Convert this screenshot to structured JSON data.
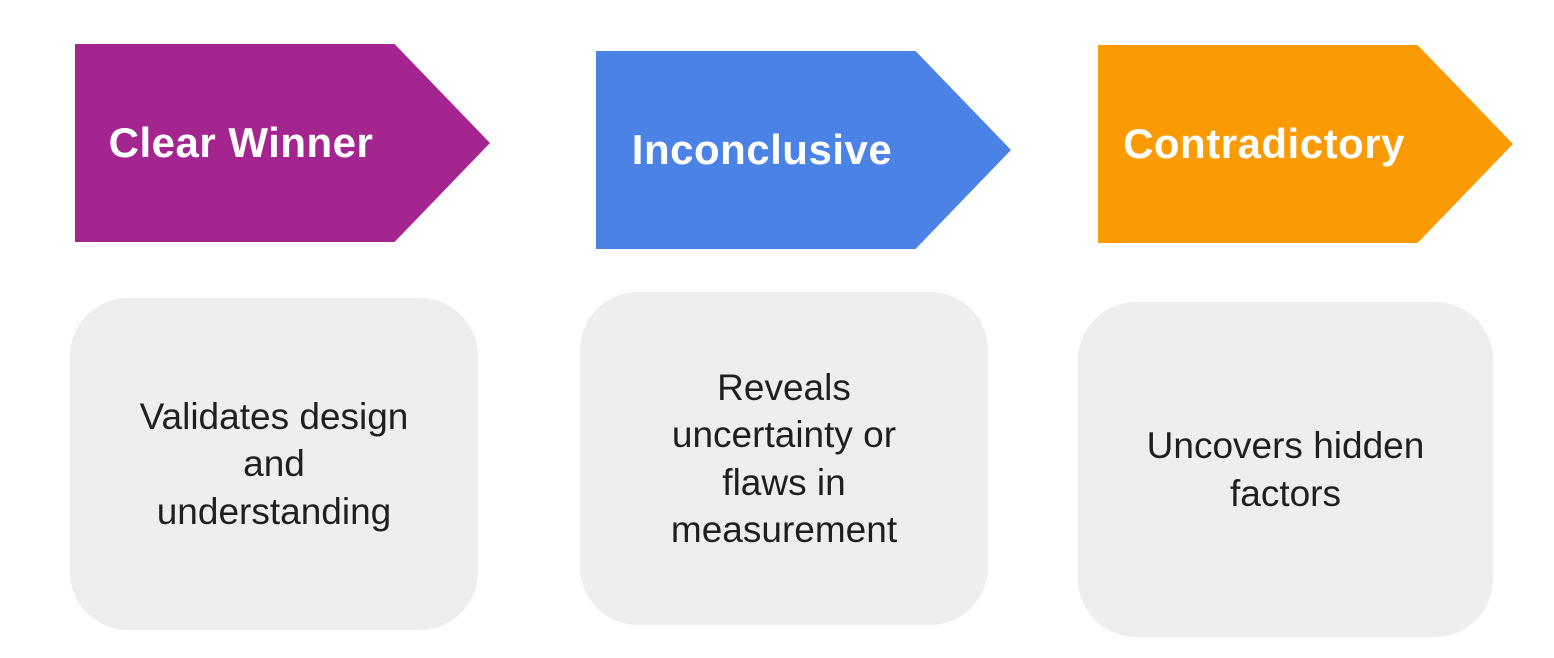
{
  "palette": {
    "background": "#FFFFFF",
    "card_background": "#EFEEEF",
    "arrow_label_color": "#FFFFFF",
    "description_color": "#1F1F1F"
  },
  "columns": [
    {
      "arrow_label": "Clear Winner",
      "arrow_color": "#A4258F",
      "description": "Validates design\nand\nunderstanding"
    },
    {
      "arrow_label": "Inconclusive",
      "arrow_color": "#4B82E5",
      "description": "Reveals\nuncertainty or\nflaws in\nmeasurement"
    },
    {
      "arrow_label": "Contradictory",
      "arrow_color": "#FB9B04",
      "description": "Uncovers hidden\nfactors"
    }
  ]
}
